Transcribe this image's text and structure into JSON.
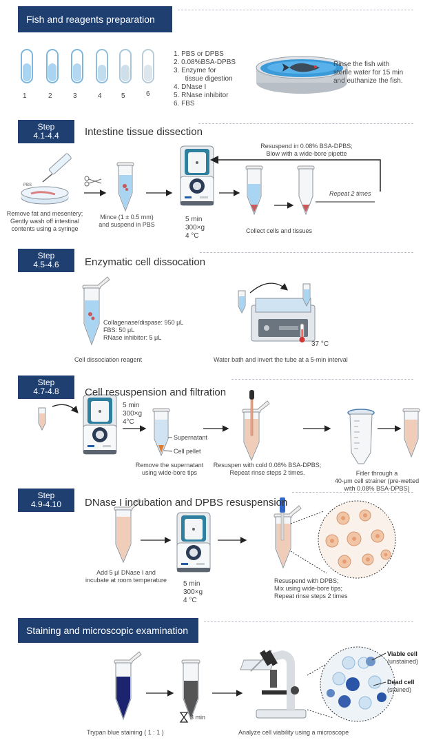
{
  "sections": {
    "prep": {
      "title": "Fish and reagents preparation"
    },
    "s1": {
      "step": "Step",
      "num": "4.1-4.4",
      "title": "Intestine tissue dissection"
    },
    "s2": {
      "step": "Step",
      "num": "4.5-4.6",
      "title": "Enzymatic cell dissocation"
    },
    "s3": {
      "step": "Step",
      "num": "4.7-4.8",
      "title": "Cell resuspension and filtration"
    },
    "s4": {
      "step": "Step",
      "num": "4.9-4.10",
      "title": "DNase I incubation and DPBS resuspension"
    },
    "stain": {
      "title": "Staining and microscopic examination"
    }
  },
  "prep": {
    "tube_numbers": [
      "1",
      "2",
      "3",
      "4",
      "5",
      "6"
    ],
    "reagents": [
      "1.  PBS or DPBS",
      "2.  0.08%BSA-DPBS",
      "3.   Enzyme for",
      "      tissue digestion",
      "4.  DNase I",
      "5.  RNase inhibitor",
      "6.  FBS"
    ],
    "fish_note": [
      "Rinse the fish with",
      "sterile water for 15 min",
      "and euthanize the fish."
    ]
  },
  "s1": {
    "dish_label": "PBS",
    "remove_text": [
      "Remove fat and mesentery;",
      "Gently wash off intestinal",
      "contents using a syringe"
    ],
    "mince_text": [
      "Mince (1 ± 0.5 mm)",
      "and suspend in PBS"
    ],
    "centrifuge": [
      "5 min",
      "300×g",
      "4 °C"
    ],
    "resuspend": [
      "Resuspend in 0.08% BSA-DPBS;",
      "Blow with a wide-bore  pipette"
    ],
    "repeat": "Repeat 2 times",
    "collect": "Collect cells and tissues"
  },
  "s2": {
    "mix": [
      "Collagenase/dispase: 950  μL",
      "FBS: 50  μL",
      "RNase inhibitor: 5  μL"
    ],
    "reagent_label": "Cell dissociation reagent",
    "temp": "37 °C",
    "bath": "Water bath and invert the tube at a 5-min interval"
  },
  "s3": {
    "centrifuge": [
      "5 min",
      "300×g",
      "4°C"
    ],
    "supernatant": "Supernatant",
    "pellet": "Cell pellet",
    "remove": [
      "Remove the supernatant",
      "using wide-bore tips"
    ],
    "resuspen": [
      "Resuspen with  cold  0.08% BSA-DPBS;",
      "Repeat rinse steps 2 times."
    ],
    "filter": [
      "Fitler  through a",
      "40-μm cell strainer (pre-wetted",
      "with 0.08% BSA-DPBS)"
    ]
  },
  "s4": {
    "dnase": [
      "Add 5 μl DNase I and",
      "incubate at room temperature"
    ],
    "centrifuge": [
      "5 min",
      "300×g",
      "4 °C"
    ],
    "resuspend": [
      "Resuspend with DPBS;",
      "Mix using  wide-bore tips;",
      "Repeat rinse steps 2 times"
    ]
  },
  "stain": {
    "time": "3 min",
    "trypan": "Trypan blue staining ( 1 : 1 )",
    "analyze": "Analyze cell viability using  a microscope",
    "viable": "Viable cell",
    "unstained": "(unstained)",
    "dead": "Dead cell",
    "stained": "(stained)"
  },
  "colors": {
    "header": "#1f3f70",
    "blue_liquid": "#a9d4f2",
    "pink_liquid": "#f0cdb8",
    "dark_blue": "#1c2470"
  }
}
